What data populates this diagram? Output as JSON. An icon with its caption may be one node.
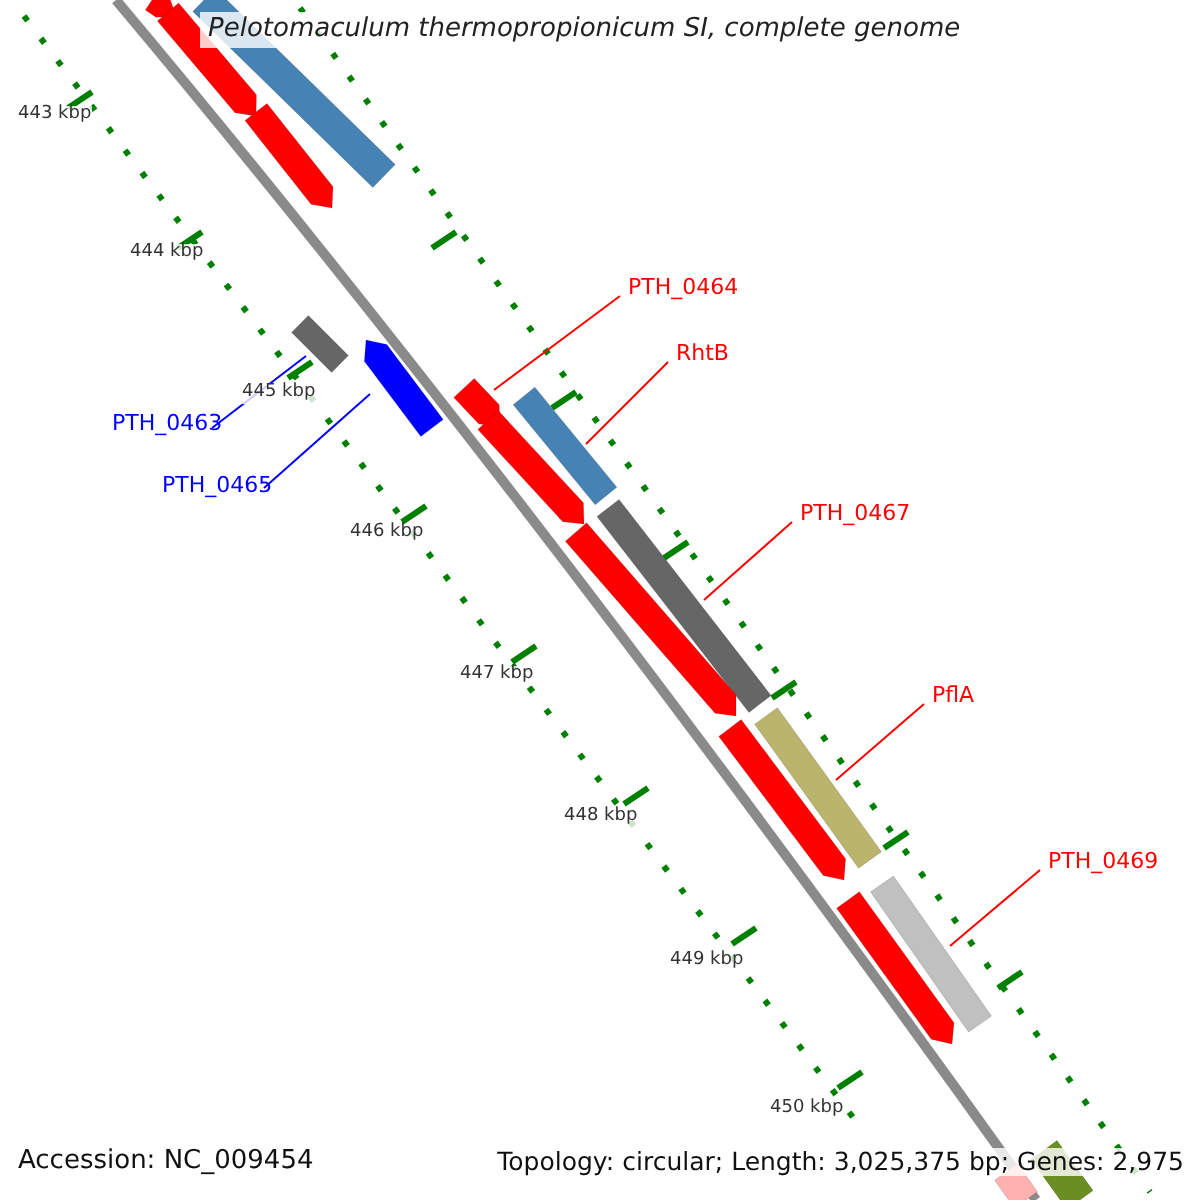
{
  "diagram": {
    "title": "Pelotomaculum thermopropionicum SI, complete genome",
    "nodes": [
      {
        "text": [
          "PTH_0464"
        ]
      },
      {
        "text": [
          "RhtB"
        ]
      },
      {
        "text": [
          "PTH_0463"
        ]
      },
      {
        "text": [
          "PTH_0465"
        ]
      },
      {
        "text": [
          "PTH_0467"
        ]
      },
      {
        "text": [
          "PflA"
        ]
      },
      {
        "text": [
          "PTH_0469"
        ]
      },
      {
        "text": [],
        "shape": "bar"
      },
      {
        "text": [],
        "shape": "arrow"
      },
      {
        "text": [],
        "shape": "arrow"
      },
      {
        "text": [],
        "shape": "arrow"
      },
      {
        "text": [],
        "shape": "bar"
      },
      {
        "text": [],
        "shape": "arrow"
      },
      {
        "text": [],
        "shape": "arrow"
      },
      {
        "text": [],
        "shape": "bar"
      },
      {
        "text": [],
        "shape": "arrow"
      },
      {
        "text": [],
        "shape": "bar"
      },
      {
        "text": [],
        "shape": "arrow"
      },
      {
        "text": [],
        "shape": "bar"
      },
      {
        "text": [],
        "shape": "arrow"
      },
      {
        "text": [],
        "shape": "bar"
      },
      {
        "text": [],
        "shape": "arrow"
      },
      {
        "text": [],
        "shape": "bar"
      },
      {
        "text": [],
        "shape": "bar"
      }
    ],
    "edges": [
      {
        "from": 0,
        "to": 13,
        "arrow": "none"
      },
      {
        "from": 1,
        "to": 14,
        "arrow": "none"
      },
      {
        "from": 2,
        "to": 11,
        "arrow": "none",
        "color": "#0000ff"
      },
      {
        "from": 3,
        "to": 12,
        "arrow": "none",
        "color": "#0000ff"
      },
      {
        "from": 4,
        "to": 16,
        "arrow": "none"
      },
      {
        "from": 5,
        "to": 18,
        "arrow": "none"
      },
      {
        "from": 6,
        "to": 20,
        "arrow": "none"
      }
    ],
    "labels": [
      "443 kbp",
      "444 kbp",
      "445 kbp",
      "446 kbp",
      "447 kbp",
      "448 kbp",
      "449 kbp",
      "450 kbp",
      "Accession: NC_009454",
      "Topology: circular; Length: 3,025,375 bp; Genes: 2,975"
    ]
  }
}
